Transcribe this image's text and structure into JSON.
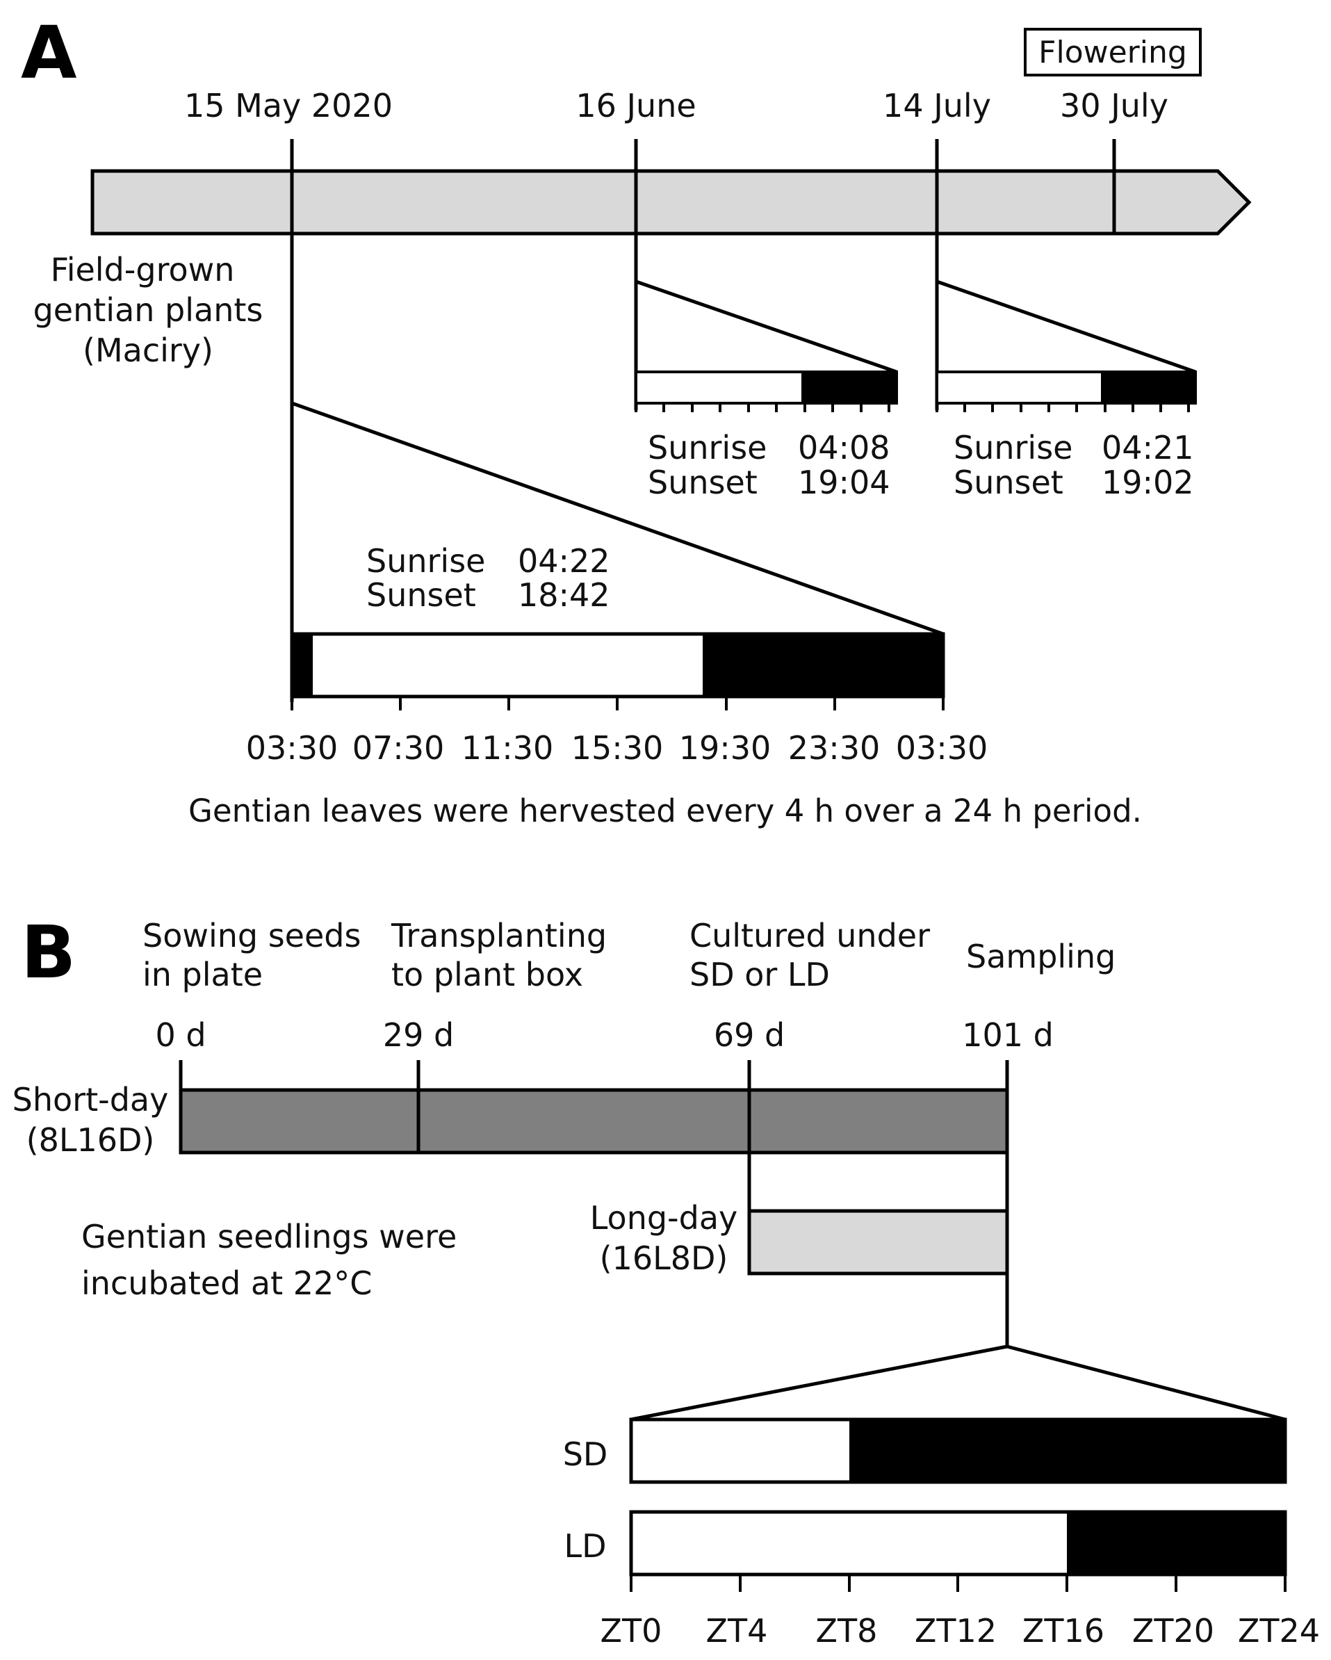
{
  "panel_a": {
    "label": "A",
    "flowering_box": "Flowering",
    "dates": [
      "15 May 2020",
      "16 June",
      "14 July",
      "30 July"
    ],
    "plant_label": [
      "Field-grown",
      "gentian plants",
      "(Maciry)"
    ],
    "timeline_color": "#d9d9d9",
    "june": {
      "sunrise_label": "Sunrise",
      "sunrise": "04:08",
      "sunset_label": "Sunset",
      "sunset": "19:04"
    },
    "july": {
      "sunrise_label": "Sunrise",
      "sunrise": "04:21",
      "sunset_label": "Sunset",
      "sunset": "19:02"
    },
    "may": {
      "sunrise_label": "Sunrise",
      "sunrise": "04:22",
      "sunset_label": "Sunset",
      "sunset": "18:42"
    },
    "time_ticks": [
      "03:30",
      "07:30",
      "11:30",
      "15:30",
      "19:30",
      "23:30",
      "03:30"
    ],
    "caption": "Gentian leaves were hervested every 4 h over a 24 h period."
  },
  "panel_b": {
    "label": "B",
    "stages": [
      {
        "line1": "Sowing seeds",
        "line2": "in plate"
      },
      {
        "line1": "Transplanting",
        "line2": "to plant box"
      },
      {
        "line1": "Cultured under",
        "line2": "SD or LD"
      },
      {
        "line1": "Sampling",
        "line2": ""
      }
    ],
    "days": [
      "0 d",
      "29 d",
      "69 d",
      "101 d"
    ],
    "short_day": {
      "line1": "Short-day",
      "line2": "(8L16D)",
      "color": "#808080"
    },
    "long_day": {
      "line1": "Long-day",
      "line2": "(16L8D)",
      "color": "#d9d9d9"
    },
    "incubation_note": [
      "Gentian seedlings were",
      "incubated at 22°C"
    ],
    "sd_label": "SD",
    "ld_label": "LD",
    "zt_ticks": [
      "ZT0",
      "ZT4",
      "ZT8",
      "ZT12",
      "ZT16",
      "ZT20",
      "ZT24"
    ]
  }
}
